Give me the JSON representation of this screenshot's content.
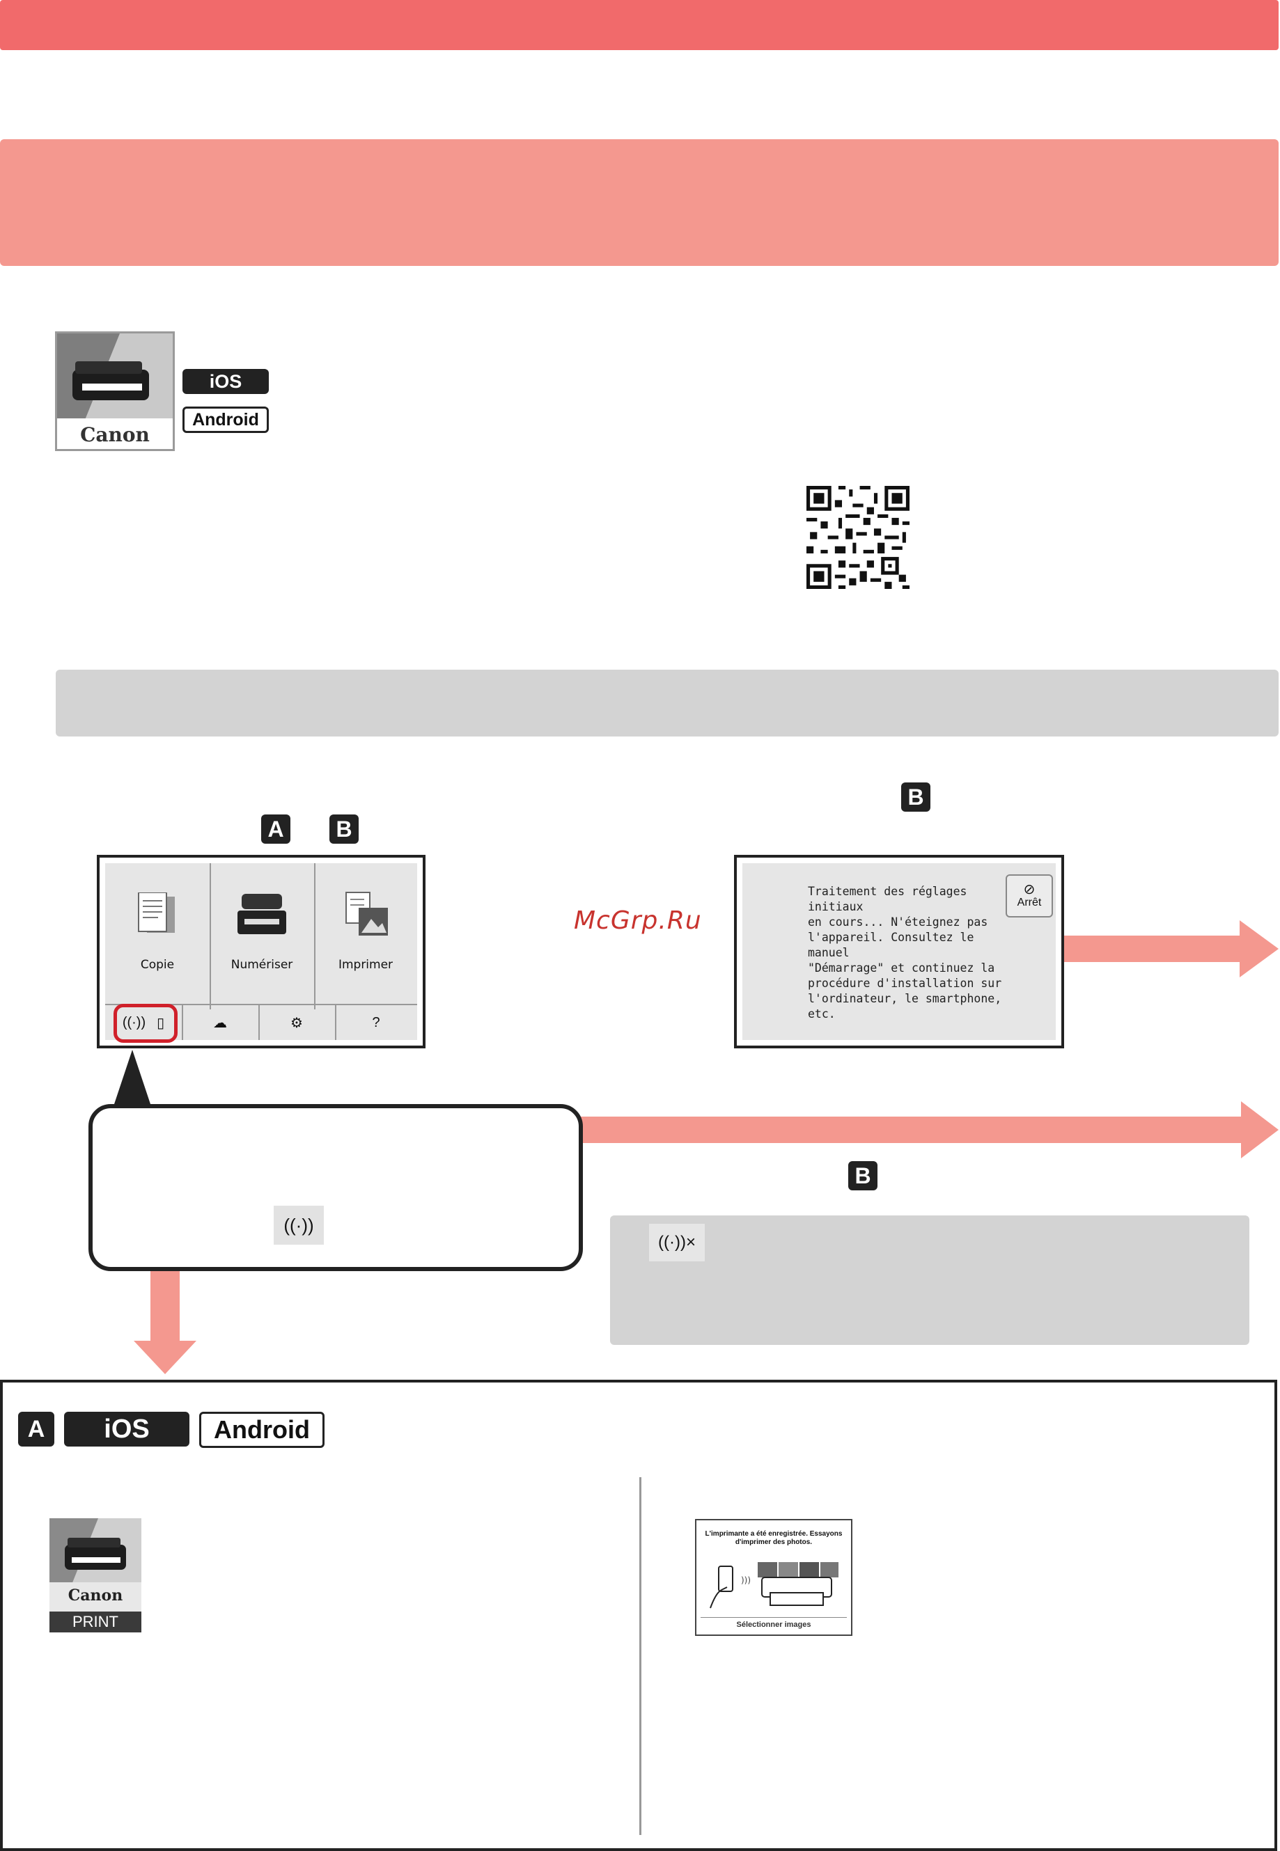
{
  "badges": {
    "ios": "iOS",
    "android": "Android",
    "a": "A",
    "b": "B"
  },
  "icons": {
    "app_brand": "Canon",
    "print_app_brand": "Canon",
    "print_app_label": "PRINT"
  },
  "home_screen": {
    "tiles": [
      "Copie",
      "Numériser",
      "Imprimer"
    ],
    "bottom_icons": [
      "wifi-icon",
      "smartphone-icon",
      "cloud-icon",
      "gear-icon",
      "help-icon"
    ]
  },
  "processing_screen": {
    "message": "Traitement des réglages initiaux\nen cours... N'éteignez pas\nl'appareil. Consultez le manuel\n\"Démarrage\" et continuez la\nprocédure d'installation sur\nl'ordinateur, le smartphone, etc.",
    "stop_label": "Arrêt"
  },
  "watermark": "McGrp.Ru",
  "registered_screen": {
    "title": "L'imprimante a été enregistrée. Essayons d'imprimer des photos.",
    "select_label": "Sélectionner images"
  },
  "colors": {
    "header_red": "#f16a6b",
    "salmon": "#f4988f",
    "gray_panel": "#d3d3d3",
    "highlight_red": "#d0202a"
  }
}
